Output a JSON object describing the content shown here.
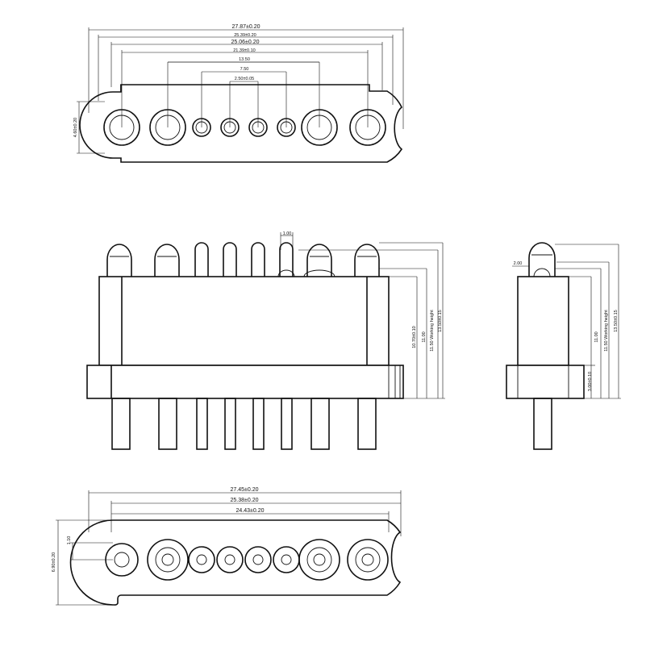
{
  "top_view": {
    "dims": {
      "overall": "27.87±0.20",
      "d1": "25.39±0.20",
      "d2": "25.06±0.20",
      "d3": "21.39±0.10",
      "d4": "13.50",
      "d5": "7.50",
      "d6": "2.50±0.05",
      "height": "4.60±0.20"
    }
  },
  "front_view": {
    "dims": {
      "tip": "1.00",
      "h1": "10.70±0.10",
      "h2": "11.00",
      "h3": "11.50 Working height",
      "h4": "13.50±0.15"
    }
  },
  "side_view": {
    "dims": {
      "tip": "2.00",
      "h2": "11.00",
      "h3": "11.50 Working height",
      "h4": "13.50±0.15",
      "base": "3.00±0.10"
    }
  },
  "bottom_view": {
    "dims": {
      "overall": "27.45±0.20",
      "d1": "25.38±0.20",
      "d2": "24.43±0.20",
      "height": "6.90±0.20",
      "small": "1.10"
    }
  }
}
